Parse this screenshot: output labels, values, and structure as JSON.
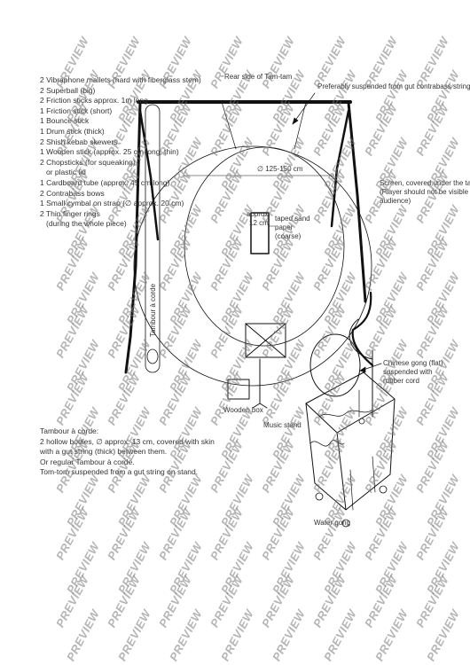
{
  "materials_list": [
    "2 Vibraphone mallets (hard with fiberglass stem)",
    "2 Superball (big)",
    "2 Friction sticks approx. 1m long",
    "1 Friction stick (short)",
    "1 Bounce stick",
    "1 Drum stick (thick)",
    "2 Shish kebab skewers",
    "1 Wooden stick (approx. 25 cm long, thin)",
    "2 Chopsticks (for squeaking)",
    "or plastic lid",
    "1 Cardboard tube (approx. 45 cm long)",
    "2 Contrabass bows",
    "1 Small cymbal on strap (∅ approx. 20 cm)",
    "2 Thin finger rings",
    "(during the whole piece)"
  ],
  "tambour_notes": [
    "Tambour à corde:",
    "2 hollow bodies, ∅ approx. 13 cm, covered with skin",
    "with a gut string (thick) between them.",
    "Or regular Tambour à corde.",
    "Tom-tom suspended from a gut string on stand."
  ],
  "labels": {
    "rear_side": "Rear side of Tam-tam",
    "suspended": "Preferably suspended from gut contrabass strings",
    "screen_1": "Screen, covered under the tam-tam",
    "screen_2": "(Player should not be visible to the",
    "screen_3": "audience)",
    "diameter": "∅ 125-150 cm",
    "approx_1": "approx.",
    "approx_2": "12 cm",
    "taped_1": "taped sand",
    "taped_2": "paper",
    "taped_3": "(coarse)",
    "tambour_vertical": "Tambour à corde",
    "gong_1": "Chinese gong (flat)",
    "gong_2": "suspended with",
    "gong_3": "rubber cord",
    "wooden_box": "Wooden box",
    "music_stand": "Music stand",
    "water_gong": "Water gong"
  },
  "watermark_text": "PREVIEW"
}
